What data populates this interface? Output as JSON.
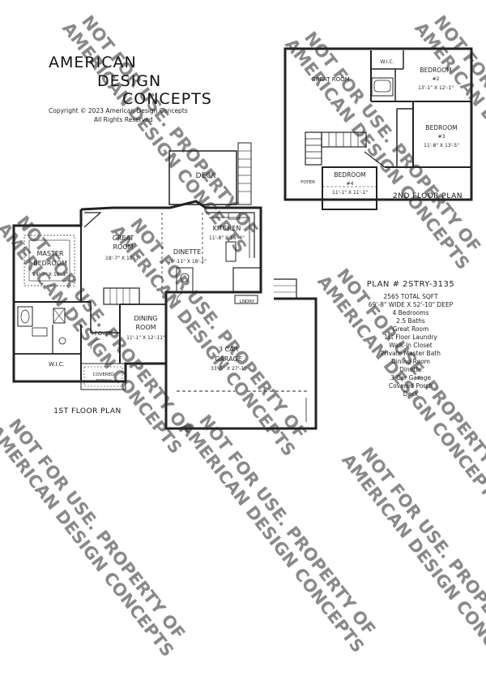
{
  "brand": {
    "line1": "AMERICAN",
    "line2": "DESIGN",
    "line3": "CONCEPTS",
    "copyright1": "Copyright © 2023 American Design Concepts",
    "copyright2": "All Rights Reserved"
  },
  "watermark": {
    "line1": "NOT FOR USE. PROPERTY OF",
    "line2": "AMERICAN DESIGN CONCEPTS"
  },
  "first_floor": {
    "title": "1ST FLOOR PLAN",
    "deck": "DECK",
    "kitchen_name": "KITCHEN",
    "kitchen_dim": "11'-8\" X 16'-4\"",
    "great_room_name1": "GREAT",
    "great_room_name2": "ROOM",
    "great_room_dim": "18'-7\" X 18'-1\"",
    "dinette_name": "DINETTE",
    "dinette_dim": "10'-11\" X 18'-1\"",
    "master_name1": "MASTER",
    "master_name2": "BEDROOM",
    "master_dim": "14'-7\" X 18'-1\"",
    "dining_name1": "DINING",
    "dining_name2": "ROOM",
    "dining_dim": "11'-1\" X 12'-11\"",
    "foyer": "FOYER",
    "wic": "W.I.C.",
    "laundry": "LNDRY",
    "porch1": "COVERED",
    "porch2": "PORCH",
    "garage_name1": "3 CAR",
    "garage_name2": "GARAGE",
    "garage_dim": "33'-5\" X 27'-1\""
  },
  "second_floor": {
    "title": "2ND FLOOR PLAN",
    "great_room": "GREAT ROOM",
    "wic": "W.I.C.",
    "bed2_name": "BEDROOM",
    "bed2_num": "#2",
    "bed2_dim": "13'-1\" X 12'-1\"",
    "bed3_name": "BEDROOM",
    "bed3_num": "#3",
    "bed3_dim": "11'-8\" X 13'-5\"",
    "bed4_name": "BEDROOM",
    "bed4_num": "#4",
    "bed4_dim": "11'-1\" X 11'-1\"",
    "foyer": "FOYER"
  },
  "plan_info": {
    "plan_id": "PLAN # 2STRY-3135",
    "features": [
      "2565 TOTAL SQFT",
      "69'-8\" WIDE X 52'-10\" DEEP",
      "4 Bedrooms",
      "2.5 Baths",
      "Great Room",
      "1st Floor Laundry",
      "Walk-In Closet",
      "Private Master Bath",
      "Dining Room",
      "Dinette",
      "3 Car Garage",
      "Covered Porch",
      "Deck"
    ]
  }
}
